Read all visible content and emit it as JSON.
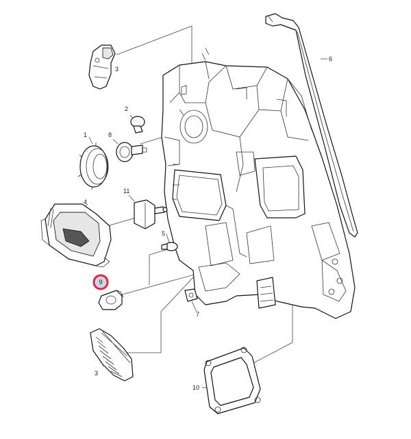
{
  "diagram": {
    "highlight_color": "#e5273b",
    "highlight_fill": "#c9d6ea",
    "callouts": [
      {
        "key": "housing_bracket",
        "label": "3"
      },
      {
        "key": "clip",
        "label": "2"
      },
      {
        "key": "cap",
        "label": "1"
      },
      {
        "key": "bulb_socket",
        "label": "8"
      },
      {
        "key": "actuator",
        "label": "11"
      },
      {
        "key": "control_module",
        "label": "4"
      },
      {
        "key": "bulb",
        "label": "5"
      },
      {
        "key": "grommet",
        "label": "9"
      },
      {
        "key": "nut",
        "label": "7"
      },
      {
        "key": "grille",
        "label": "3"
      },
      {
        "key": "seal",
        "label": "10"
      },
      {
        "key": "trim_strip",
        "label": "6"
      }
    ]
  }
}
